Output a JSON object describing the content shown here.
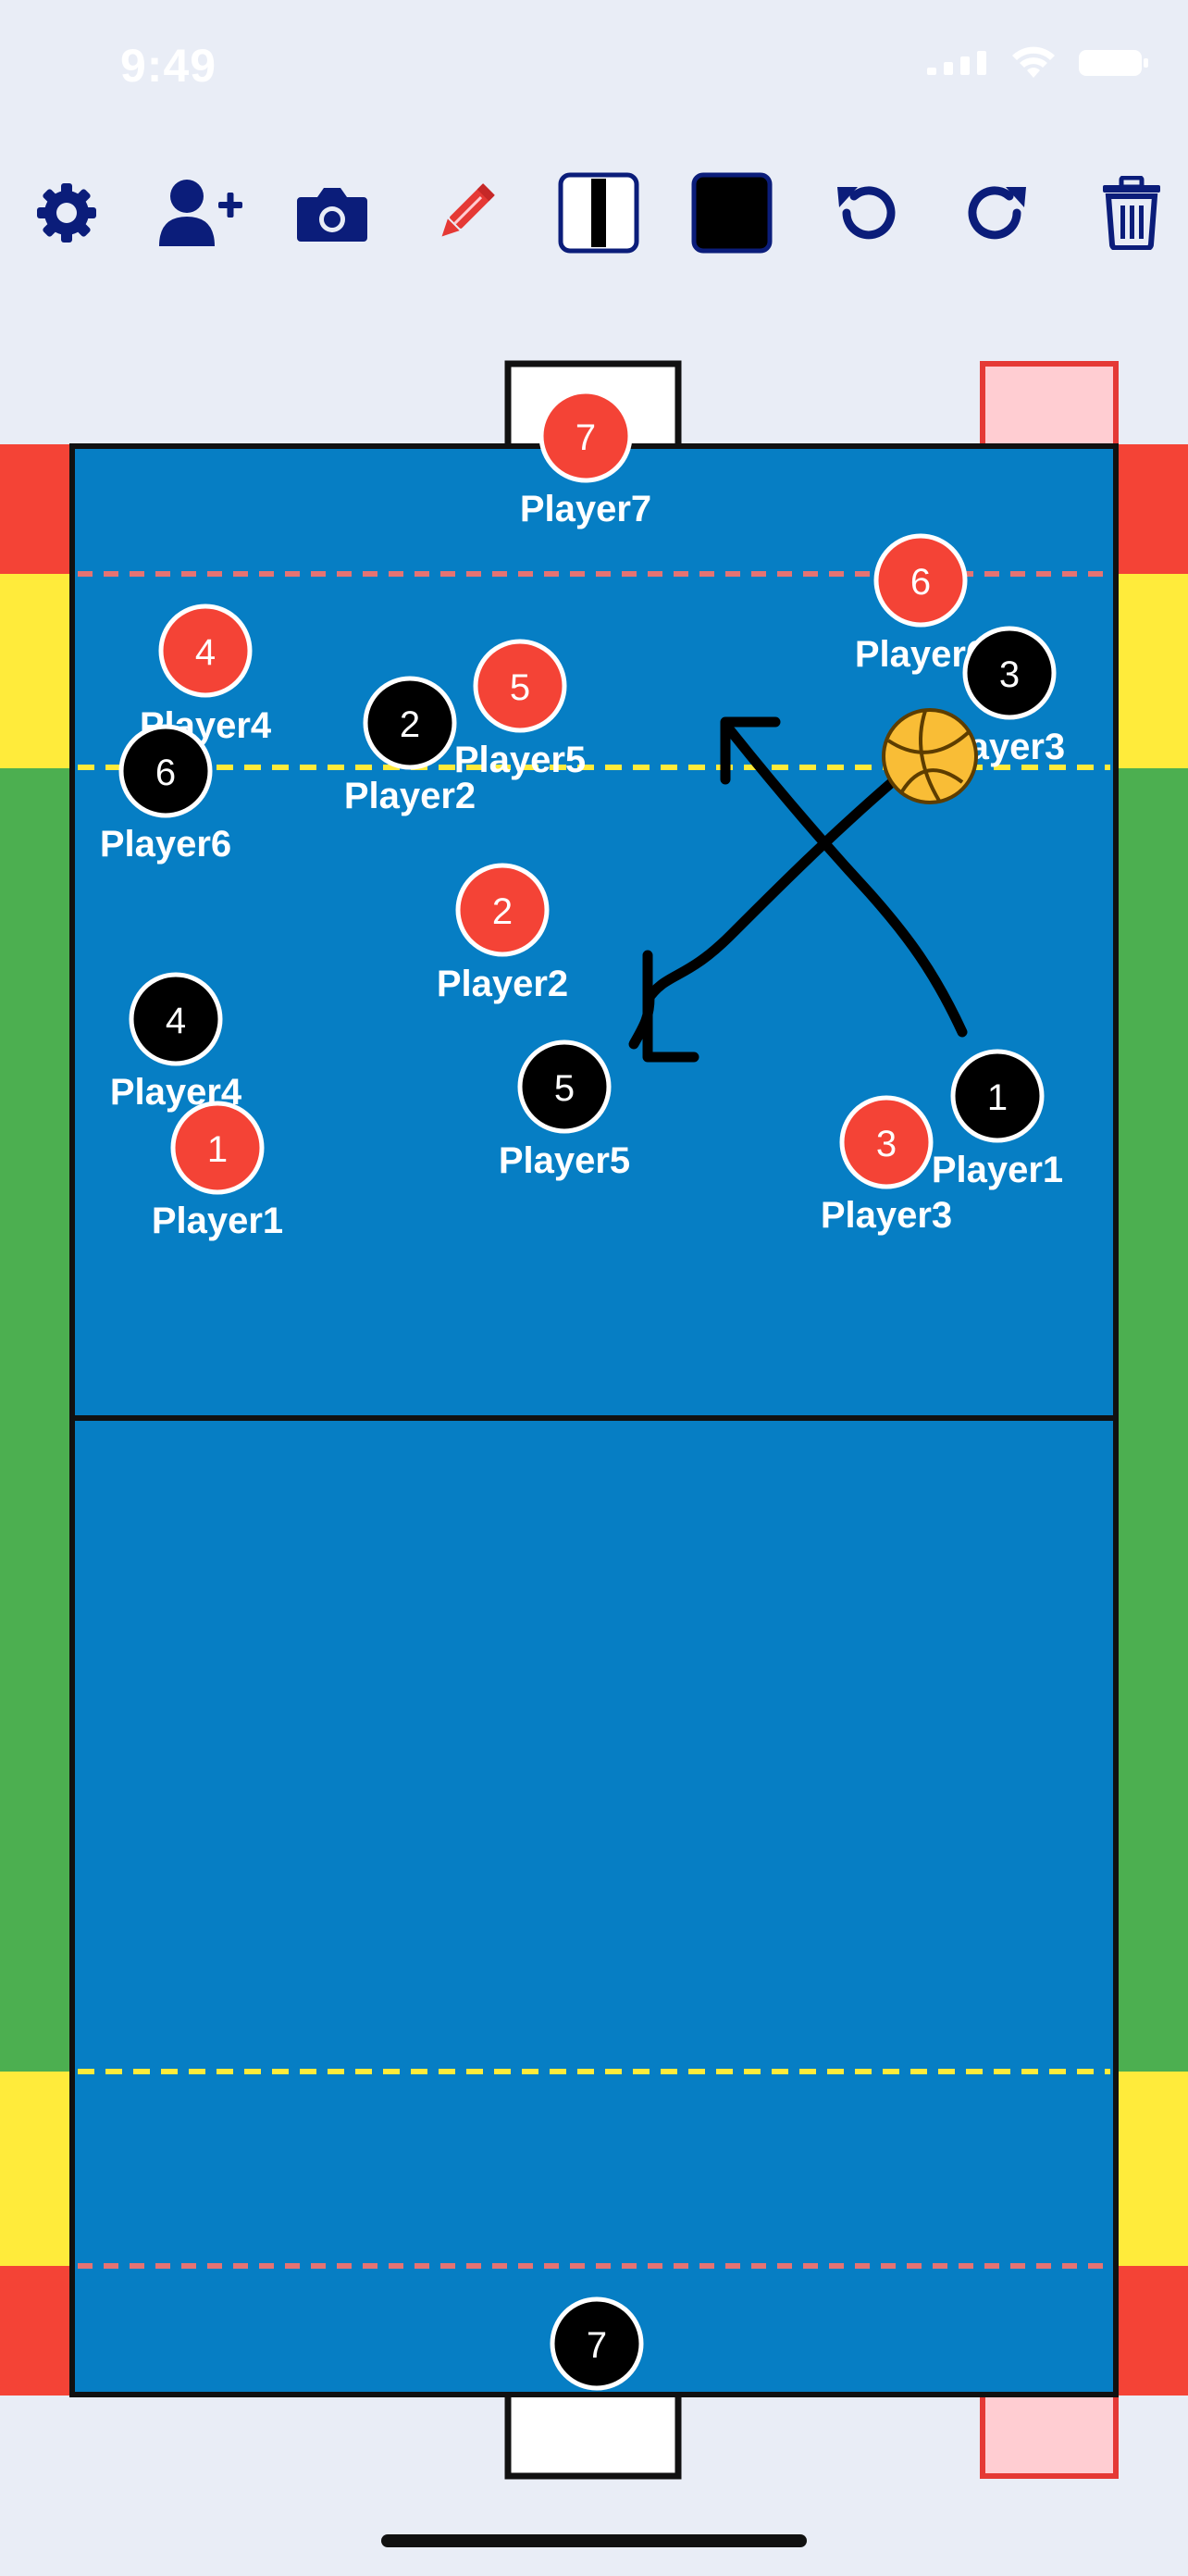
{
  "status_bar": {
    "time": "9:49"
  },
  "toolbar": {
    "items": [
      {
        "icon": "gear-icon",
        "color": "#0b1d7a"
      },
      {
        "icon": "add-player-icon",
        "color": "#0b1d7a"
      },
      {
        "icon": "camera-icon",
        "color": "#0b1d7a"
      },
      {
        "icon": "pencil-icon",
        "color": "#e53935"
      },
      {
        "icon": "line-style-icon",
        "color": "#0b1d7a"
      },
      {
        "icon": "color-swatch-icon",
        "color": "#000000"
      },
      {
        "icon": "undo-icon",
        "color": "#0b1d7a"
      },
      {
        "icon": "redo-icon",
        "color": "#0b1d7a"
      },
      {
        "icon": "trash-icon",
        "color": "#0b1d7a"
      }
    ]
  },
  "pool": {
    "colors": {
      "water": "#067ec4",
      "red_zone": "#f44336",
      "yellow_zone": "#ffeb3b",
      "green_zone": "#4caf50",
      "red_line": "#e57373",
      "yellow_line": "#ffeb3b",
      "red_team": "#f44336",
      "black_team": "#000000",
      "ball": "#f9bd36"
    }
  },
  "players": [
    {
      "number": "7",
      "name": "Player7",
      "team": "red"
    },
    {
      "number": "6",
      "name": "Player6",
      "team": "red"
    },
    {
      "number": "4",
      "name": "Player4",
      "team": "red"
    },
    {
      "number": "5",
      "name": "Player5",
      "team": "red"
    },
    {
      "number": "2",
      "name": "Player2",
      "team": "red"
    },
    {
      "number": "1",
      "name": "Player1",
      "team": "red"
    },
    {
      "number": "3",
      "name": "Player3",
      "team": "red"
    },
    {
      "number": "3",
      "name": "Player3",
      "team": "black"
    },
    {
      "number": "2",
      "name": "Player2",
      "team": "black"
    },
    {
      "number": "6",
      "name": "Player6",
      "team": "black"
    },
    {
      "number": "4",
      "name": "Player4",
      "team": "black"
    },
    {
      "number": "5",
      "name": "Player5",
      "team": "black"
    },
    {
      "number": "1",
      "name": "Player1",
      "team": "black"
    },
    {
      "number": "7",
      "name": "",
      "team": "black"
    }
  ]
}
